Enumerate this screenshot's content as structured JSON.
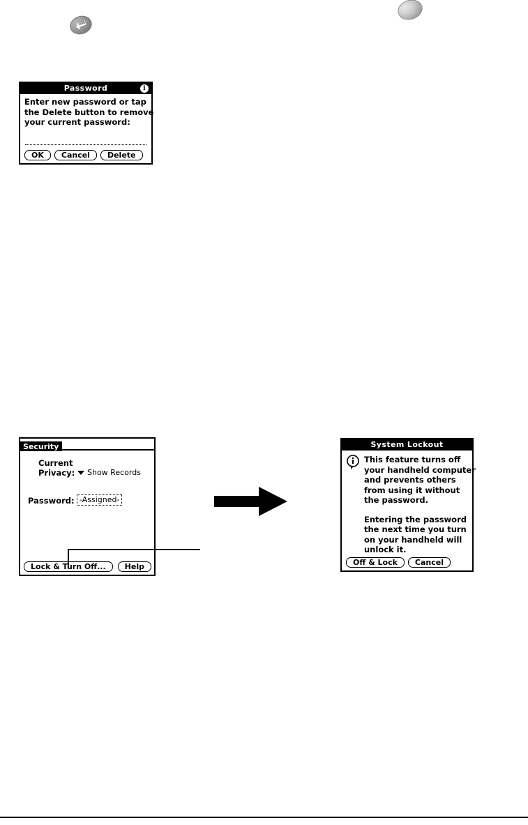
{
  "page": {
    "icons": {
      "return_button": "return-arrow-oval-icon",
      "blank_button": "blank-oval-icon",
      "flow_arrow": "right-arrow-icon",
      "callout_leader": "callout-leader-line"
    }
  },
  "password_dialog": {
    "title": "Password",
    "info_badge": "i",
    "body_lines": [
      "Enter new password or tap",
      "the Delete button to remove",
      "your current password:"
    ],
    "input_value": "",
    "input_placeholder": "",
    "buttons": [
      {
        "label": "OK",
        "name": "ok-button"
      },
      {
        "label": "Cancel",
        "name": "cancel-button"
      },
      {
        "label": "Delete",
        "name": "delete-button"
      }
    ]
  },
  "security_screen": {
    "title": "Security",
    "fields": {
      "current_label": "Current",
      "privacy_label": "Privacy:",
      "privacy_value": "Show Records",
      "password_label": "Password:",
      "password_value": "-Assigned-"
    },
    "buttons": [
      {
        "label": "Lock & Turn Off...",
        "name": "lock-and-turn-off-button"
      },
      {
        "label": "Help",
        "name": "help-button"
      }
    ]
  },
  "lockout_dialog": {
    "title": "System Lockout",
    "info_badge": "i",
    "paragraphs": [
      [
        "This feature turns off",
        "your handheld computer",
        "and prevents others",
        "from using it without",
        "the password."
      ],
      [
        "Entering the password",
        "the next time you turn",
        "on your handheld will",
        "unlock it."
      ]
    ],
    "buttons": [
      {
        "label": "Off & Lock",
        "name": "off-and-lock-button"
      },
      {
        "label": "Cancel",
        "name": "cancel-button"
      }
    ]
  }
}
